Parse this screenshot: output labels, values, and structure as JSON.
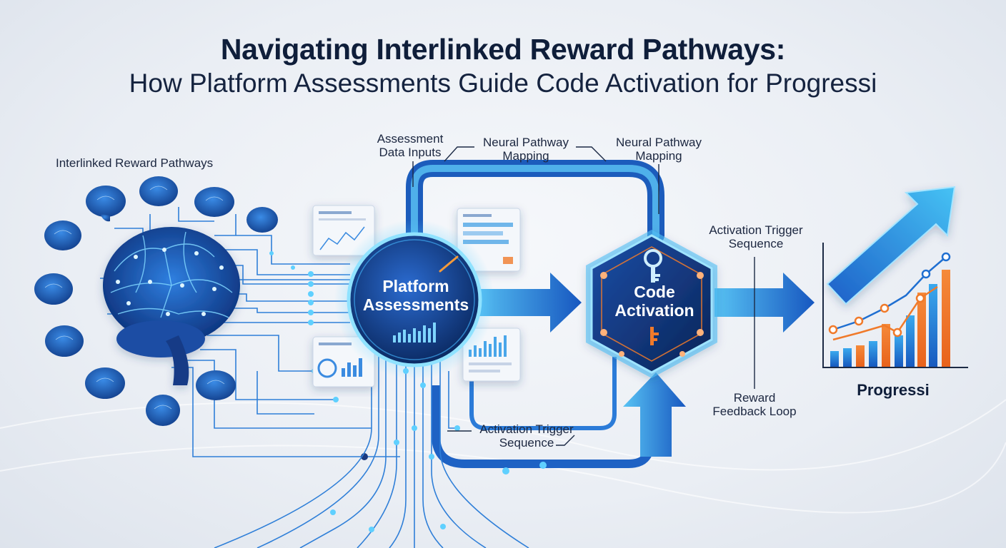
{
  "title": "Navigating Interlinked Reward Pathways:",
  "subtitle": "How Platform Assessments Guide Code Activation for Progressi",
  "labels": {
    "interlinked": "Interlinked Reward Pathways",
    "assessment_inputs_1": "Assessment",
    "assessment_inputs_2": "Data Inputs",
    "neural_1_a": "Neural Pathway",
    "neural_1_b": "Mapping",
    "neural_2_a": "Neural Pathway",
    "neural_2_b": "Mapping",
    "activation_top_a": "Activation Trigger",
    "activation_top_b": "Sequence",
    "activation_bottom_a": "Activation Trigger",
    "activation_bottom_b": "Sequence",
    "reward_a": "Reward",
    "reward_b": "Feedback Loop"
  },
  "nodes": {
    "platform_a": "Platform",
    "platform_b": "Assessments",
    "code_a": "Code",
    "code_b": "Activation"
  },
  "progress_label": "Progressi",
  "colors": {
    "title": "#0f1e3a",
    "blue": "#1f6fd1",
    "light_blue": "#3fb4f0",
    "orange": "#f07a2a",
    "dark_node": "#0e2e66"
  },
  "icons": [
    "brain-icon",
    "key-icon",
    "arrow-up-icon",
    "bar-chart-icon"
  ]
}
